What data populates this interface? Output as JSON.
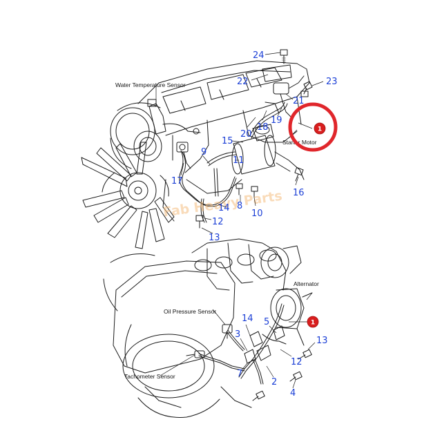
{
  "labels": {
    "water_temp_sensor": "Water Temperature Sensor",
    "starter_motor": "Starter Motor",
    "oil_pressure_sensor": "Oil Pressure Sensor",
    "alternator": "Alternator",
    "tachometer_sensor": "Tachometer Sensor"
  },
  "part_numbers": {
    "n24": "24",
    "n22": "22",
    "n23": "23",
    "n21": "21",
    "n20": "20",
    "n18": "18",
    "n19": "19",
    "n15": "15",
    "n11": "11",
    "n9": "9",
    "n17": "17",
    "n16": "16",
    "n14": "14",
    "n8": "8",
    "n10": "10",
    "n12a": "12",
    "n13a": "13",
    "n14b": "14",
    "n5": "5",
    "n3": "3",
    "n13b": "13",
    "n12b": "12",
    "n7": "7",
    "n2": "2",
    "n4": "4"
  },
  "highlight": {
    "marker_1_upper": "1",
    "marker_1_lower": "1",
    "circle_color": "#e0262b",
    "marker_color": "#d91e1e"
  },
  "watermark": {
    "text": "Fab Heavy Parts"
  },
  "colors": {
    "callout_numbers": "#1b3fd6",
    "line_art": "#1a1a1a"
  }
}
